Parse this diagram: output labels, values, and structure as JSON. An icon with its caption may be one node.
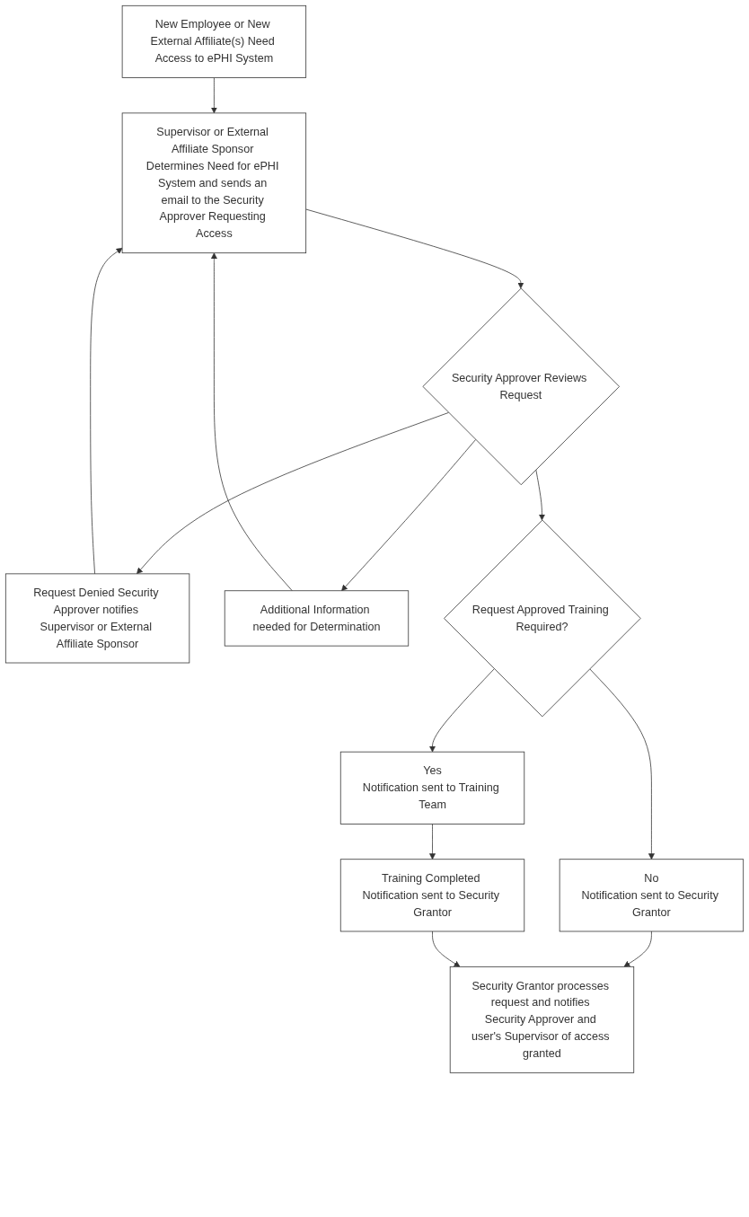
{
  "diagram": {
    "nodes": [
      {
        "text": [
          "New Employee or New External Affiliate(s) Need Access to ePHI System"
        ]
      },
      {
        "text": [
          "Supervisor or External Affiliate Sponsor Determines Need for ePHI System and sends an email to the Security Approver Requesting Access"
        ]
      },
      {
        "text": [
          "Request Denied Security Approver notifies Supervisor or External Affiliate Sponsor"
        ]
      },
      {
        "text": [
          "Security Approver Reviews Request"
        ]
      },
      {
        "text": [
          "Additional Information needed for Determination"
        ]
      },
      {
        "text": [
          "Request Approved Training Required?"
        ]
      },
      {
        "text": [
          "No",
          "Notification sent to Security Grantor"
        ]
      },
      {
        "text": [
          "Yes",
          "Notification sent to Training Team"
        ]
      },
      {
        "text": [
          "Training Completed Notification sent to Security Grantor"
        ]
      },
      {
        "text": [
          "Security Grantor processes request and notifies Security Approver and user's Supervisor of access granted"
        ]
      }
    ],
    "edges": [
      {
        "from": 0,
        "to": 1,
        "arrow": "to"
      },
      {
        "from": 1,
        "to": 3,
        "arrow": "to"
      },
      {
        "from": 3,
        "to": 2,
        "arrow": "to"
      },
      {
        "from": 3,
        "to": 4,
        "arrow": "to"
      },
      {
        "from": 2,
        "to": 1,
        "arrow": "to"
      },
      {
        "from": 4,
        "to": 1,
        "arrow": "to"
      },
      {
        "from": 3,
        "to": 5,
        "arrow": "to"
      },
      {
        "from": 5,
        "to": 6,
        "arrow": "to"
      },
      {
        "from": 5,
        "to": 7,
        "arrow": "to"
      },
      {
        "from": 7,
        "to": 8,
        "arrow": "to"
      },
      {
        "from": 6,
        "to": 9,
        "arrow": "to"
      },
      {
        "from": 8,
        "to": 9,
        "arrow": "to"
      }
    ]
  }
}
